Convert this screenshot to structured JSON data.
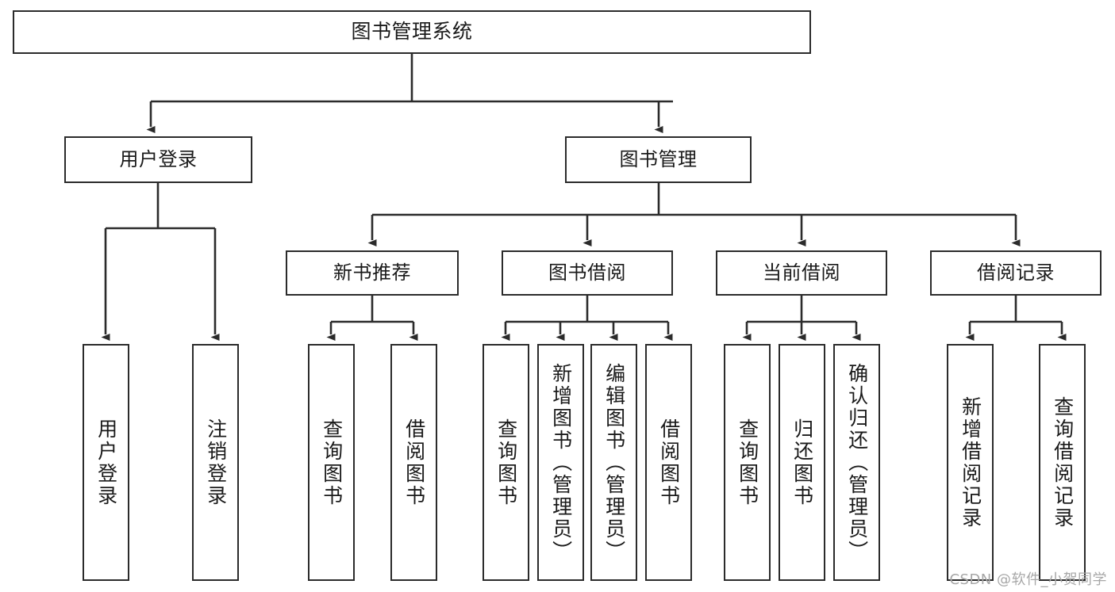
{
  "diagram": {
    "title": "图书管理系统",
    "type": "tree",
    "watermark": "CSDN @软件_小贺同学",
    "colors": {
      "box_border": "#2b2b2b",
      "box_fill": "#ffffff",
      "edge": "#2b2b2b",
      "text": "#1a1a1a",
      "watermark": "#a7a7a7"
    },
    "nodes": {
      "root": {
        "label": "图书管理系统",
        "level": 1
      },
      "user_login": {
        "label": "用户登录",
        "level": 2
      },
      "book_manage": {
        "label": "图书管理",
        "level": 2
      },
      "new_book_rec": {
        "label": "新书推荐",
        "level": 3
      },
      "book_borrow": {
        "label": "图书借阅",
        "level": 3
      },
      "current_borrow": {
        "label": "当前借阅",
        "level": 3
      },
      "borrow_record": {
        "label": "借阅记录",
        "level": 3
      },
      "leaf_user_login": {
        "label": "用户登录",
        "level": 3
      },
      "leaf_user_logout": {
        "label": "注销登录",
        "level": 3
      },
      "leaf_query_book_1": {
        "label": "查询图书",
        "level": 4
      },
      "leaf_borrow_book_1": {
        "label": "借阅图书",
        "level": 4
      },
      "leaf_query_book_2": {
        "label": "查询图书",
        "level": 4
      },
      "leaf_add_book_admin": {
        "label": "新增图书（管理员）",
        "level": 4
      },
      "leaf_edit_book_admin": {
        "label": "编辑图书（管理员）",
        "level": 4
      },
      "leaf_borrow_book_2": {
        "label": "借阅图书",
        "level": 4
      },
      "leaf_query_book_3": {
        "label": "查询图书",
        "level": 4
      },
      "leaf_return_book": {
        "label": "归还图书",
        "level": 4
      },
      "leaf_confirm_return_admin": {
        "label": "确认归还（管理员）",
        "level": 4
      },
      "leaf_add_borrow_record": {
        "label": "新增借阅记录",
        "level": 4
      },
      "leaf_query_borrow_record": {
        "label": "查询借阅记录",
        "level": 4
      }
    },
    "edges": [
      {
        "from": "root",
        "to": "user_login"
      },
      {
        "from": "root",
        "to": "book_manage"
      },
      {
        "from": "user_login",
        "to": "leaf_user_login"
      },
      {
        "from": "user_login",
        "to": "leaf_user_logout"
      },
      {
        "from": "book_manage",
        "to": "new_book_rec"
      },
      {
        "from": "book_manage",
        "to": "book_borrow"
      },
      {
        "from": "book_manage",
        "to": "current_borrow"
      },
      {
        "from": "book_manage",
        "to": "borrow_record"
      },
      {
        "from": "new_book_rec",
        "to": "leaf_query_book_1"
      },
      {
        "from": "new_book_rec",
        "to": "leaf_borrow_book_1"
      },
      {
        "from": "book_borrow",
        "to": "leaf_query_book_2"
      },
      {
        "from": "book_borrow",
        "to": "leaf_add_book_admin"
      },
      {
        "from": "book_borrow",
        "to": "leaf_edit_book_admin"
      },
      {
        "from": "book_borrow",
        "to": "leaf_borrow_book_2"
      },
      {
        "from": "current_borrow",
        "to": "leaf_query_book_3"
      },
      {
        "from": "current_borrow",
        "to": "leaf_return_book"
      },
      {
        "from": "current_borrow",
        "to": "leaf_confirm_return_admin"
      },
      {
        "from": "borrow_record",
        "to": "leaf_add_borrow_record"
      },
      {
        "from": "borrow_record",
        "to": "leaf_query_borrow_record"
      }
    ]
  }
}
